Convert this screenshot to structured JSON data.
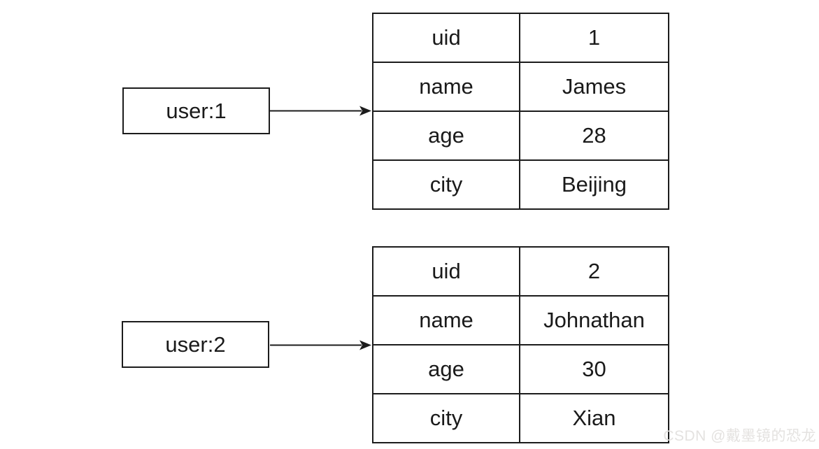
{
  "diagram": {
    "entities": [
      {
        "key_label": "user:1",
        "fields": [
          {
            "name": "uid",
            "value": "1"
          },
          {
            "name": "name",
            "value": "James"
          },
          {
            "name": "age",
            "value": "28"
          },
          {
            "name": "city",
            "value": "Beijing"
          }
        ]
      },
      {
        "key_label": "user:2",
        "fields": [
          {
            "name": "uid",
            "value": "2"
          },
          {
            "name": "name",
            "value": "Johnathan"
          },
          {
            "name": "age",
            "value": "30"
          },
          {
            "name": "city",
            "value": "Xian"
          }
        ]
      }
    ]
  },
  "watermark": {
    "text": "CSDN @戴墨镜的恐龙"
  },
  "colors": {
    "line": "#1c1c1c",
    "text": "#1a1a1a",
    "background": "#ffffff",
    "watermark": "#e4e2e0"
  }
}
